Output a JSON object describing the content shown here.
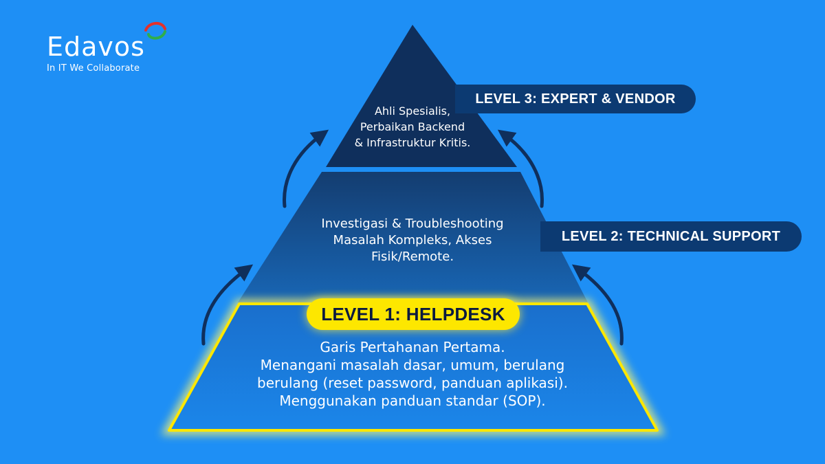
{
  "logo": {
    "name": "Edavos",
    "tagline": "In IT We Collaborate"
  },
  "pyramid": {
    "tiers": [
      {
        "level_label": "LEVEL 3: EXPERT & VENDOR",
        "description_lines": [
          "Ahli Spesialis,",
          "Perbaikan Backend",
          "& Infrastruktur Kritis."
        ]
      },
      {
        "level_label": "LEVEL 2: TECHNICAL SUPPORT",
        "description_lines": [
          "Investigasi & Troubleshooting",
          "Masalah Kompleks, Akses",
          "Fisik/Remote."
        ]
      },
      {
        "level_label": "LEVEL 1: HELPDESK",
        "description_lines": [
          "Garis Pertahanan Pertama.",
          "Menangani masalah dasar, umum, berulang",
          "berulang (reset password, panduan aplikasi).",
          "Menggunakan panduan standar (SOP)."
        ]
      }
    ]
  },
  "colors": {
    "background": "#1e8ff5",
    "tier_top": "#0f2f5c",
    "tier_middle": "#16508f",
    "tier_bottom": "#1a7be0",
    "highlight": "#fde700",
    "label_pill": "#0c3a72",
    "arrow": "#0f2f5c"
  },
  "icons": [
    "curved-up-arrow-icon",
    "logo-swoosh-icon"
  ]
}
